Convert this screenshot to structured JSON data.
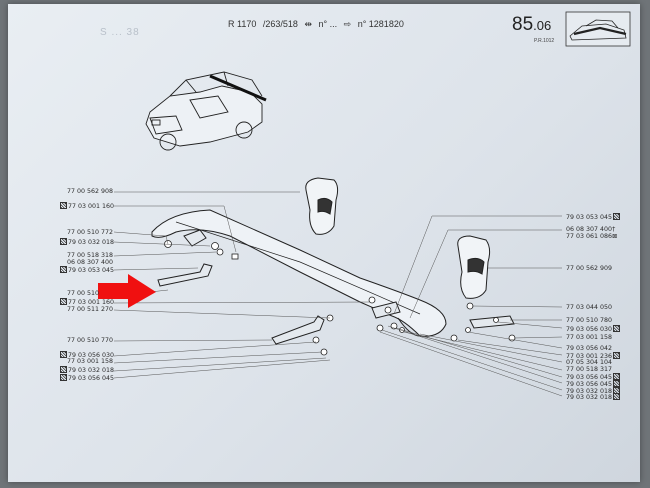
{
  "header": {
    "ref": "R 1170",
    "variant": "/263/518",
    "from_no": "n° ...",
    "to_no": "n° 1281820",
    "page": "85",
    "page_sub": ".06",
    "page_code": "P.R.1012"
  },
  "ghost_text": "S  ...  38",
  "left_labels": [
    {
      "text": "77 00 562 908",
      "box": false
    },
    {
      "text": "77 03 001 160",
      "box": true
    },
    {
      "text": "77 00 510 772",
      "box": false
    },
    {
      "text": "79 03 032 018",
      "box": true
    },
    {
      "text": "77 00 518 318",
      "box": false
    },
    {
      "text": "06 08 307 400",
      "box": false
    },
    {
      "text": "79 03 053 045",
      "box": true
    },
    {
      "text": "77 00 510",
      "box": false
    },
    {
      "text": "77 03 001 160",
      "box": true
    },
    {
      "text": "77 00 511 270",
      "box": false
    },
    {
      "text": "77 00 510 770",
      "box": false
    },
    {
      "text": "79 03 056 030",
      "box": true
    },
    {
      "text": "77 03 001 158",
      "box": false
    },
    {
      "text": "79 03 032 018",
      "box": true
    },
    {
      "text": "79 03 056 045",
      "box": true
    }
  ],
  "right_labels": [
    {
      "text": "79 03 053 045",
      "box": true
    },
    {
      "text": "06 08 307 400",
      "box": false,
      "mark": "†"
    },
    {
      "text": "77 03 061 086",
      "box": false,
      "mark": "⊠"
    },
    {
      "text": "77 00 562 909",
      "box": false
    },
    {
      "text": "77 03 044 050",
      "box": false
    },
    {
      "text": "77 00 510 780",
      "box": false
    },
    {
      "text": "79 03 056 030",
      "box": true
    },
    {
      "text": "77 03 001 158",
      "box": false
    },
    {
      "text": "79 03 056 042",
      "box": false
    },
    {
      "text": "77 03 001 236",
      "box": true
    },
    {
      "text": "07 05 304 104",
      "box": false
    },
    {
      "text": "77 00 518 317",
      "box": false
    },
    {
      "text": "79 03 056 045",
      "box": true
    },
    {
      "text": "79 03 056 045",
      "box": true
    },
    {
      "text": "79 03 032 018",
      "box": true
    },
    {
      "text": "79 03 032 018",
      "box": true
    }
  ],
  "colors": {
    "arrow": "#f01010",
    "paper": "#e3e8ee",
    "ink": "#2a2a2a"
  },
  "icons": [
    "car-silhouette-icon",
    "bumper-arrow-icon"
  ]
}
